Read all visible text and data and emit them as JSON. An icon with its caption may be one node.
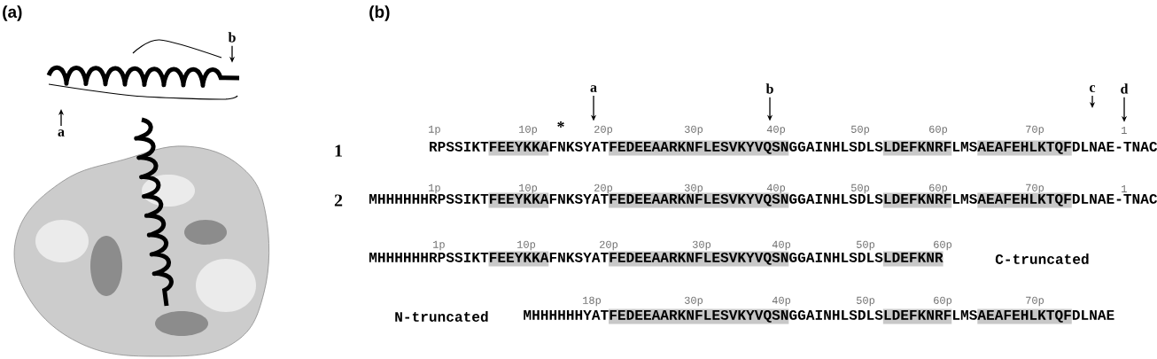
{
  "diagram": {
    "nodes": [
      {
        "text": [
          "b"
        ]
      },
      {
        "text": [
          "a"
        ]
      },
      {
        "text": [
          "a"
        ]
      },
      {
        "text": [
          "b"
        ]
      },
      {
        "text": [
          "c"
        ]
      },
      {
        "text": [
          "d"
        ]
      },
      {
        "text": [
          "20p"
        ]
      },
      {
        "text": [
          "40p"
        ]
      },
      {
        "text": [
          "1"
        ]
      }
    ],
    "edges": [
      {
        "from": 0,
        "to": null,
        "arrow": "to"
      },
      {
        "from": 1,
        "to": null,
        "arrow": "to"
      },
      {
        "from": 2,
        "to": 6,
        "arrow": "to"
      },
      {
        "from": 3,
        "to": 7,
        "arrow": "to"
      },
      {
        "from": 4,
        "to": null,
        "arrow": "to"
      },
      {
        "from": 5,
        "to": 8,
        "arrow": "to"
      }
    ],
    "labels": [
      "(a)",
      "(b)",
      "*",
      "1p",
      "10p",
      "30p",
      "50p",
      "60p",
      "70p",
      "1",
      "RPSSIKTFEEYKKAFNKSYATFEDEEAARKNFLESVKYVQSNGGAINHLSDLSLDEFKNRFLMSAEAFEHLKTQFDLNAE-TNAC",
      "1p",
      "10p",
      "20p",
      "30p",
      "40p",
      "50p",
      "60p",
      "70p",
      "1",
      "2",
      "MHHHHHHRPSSIKTFEEYKKAFNKSYATFEDEEAARKNFLESVKYVQSNGGAINHLSDLSLDEFKNRFLMSAEAFEHLKTQFDLNAE-TNAC",
      "1p",
      "10p",
      "20p",
      "30p",
      "40p",
      "50p",
      "60p",
      "MHHHHHHRPSSIKTFEEYKKAFNKSYATFEDEEAARKNFLESVKYVQSNGGAINHLSDLSLDEFKNR",
      "C-truncated",
      "18p",
      "30p",
      "40p",
      "50p",
      "60p",
      "70p",
      "N-truncated",
      "MHHHHHHYATFEDEEAARKNFLESVKYVQSNGGAINHLSDLSLDEFKNRFLMSAEAFEHLKTQFDLNAE"
    ]
  }
}
